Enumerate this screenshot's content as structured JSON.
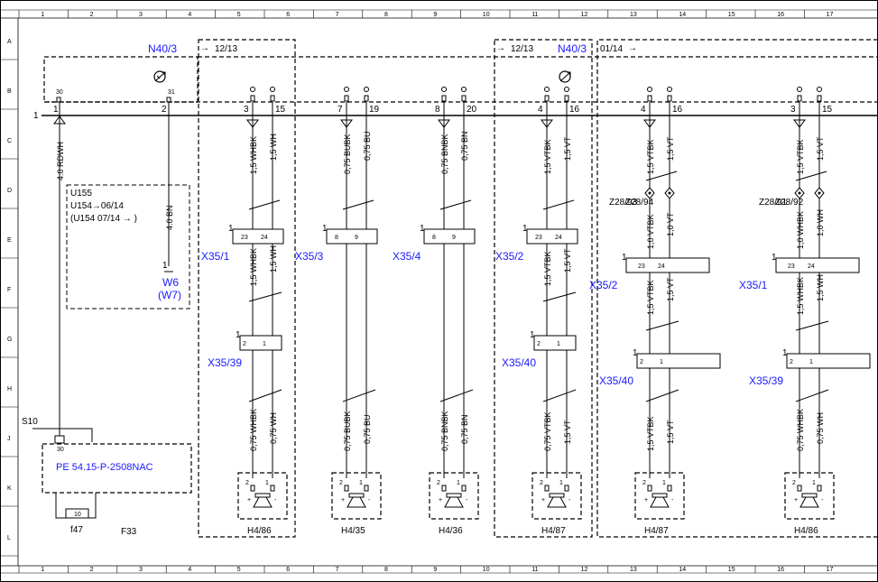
{
  "grid": {
    "columns": [
      "1",
      "2",
      "3",
      "4",
      "5",
      "6",
      "7",
      "8",
      "9",
      "10",
      "11",
      "12",
      "13",
      "14",
      "15",
      "16",
      "17"
    ],
    "rows": [
      "A",
      "B",
      "C",
      "D",
      "E",
      "F",
      "G",
      "H",
      "J",
      "K",
      "L"
    ]
  },
  "references": {
    "n40_3_left": "N40/3",
    "n40_3_right": "N40/3",
    "ref_12_13_a": "12/13",
    "ref_12_13_b": "12/13",
    "ref_01_14": "01/14",
    "bus_number": "1",
    "s10": "S10",
    "f33": "F33",
    "f47": "f47",
    "fuse_value": "10",
    "pe_ref": "PE 54.15-P-2508NAC",
    "pin30_top": "30",
    "pin31_top": "31",
    "pin30_s10": "30",
    "w6_pin": "1",
    "w6": "W6",
    "w7": "(W7)",
    "u155": "U155",
    "u154_a": "U154→06/14",
    "u154_b": "(U154  07/14 → )"
  },
  "wire_top": {
    "wire1": "4.0 RDWH",
    "wire2": "4.0 BN",
    "pin1": "1",
    "pin2": "2"
  },
  "columns": [
    {
      "pins": [
        "3",
        "15"
      ],
      "w1": "1,5 WHBK",
      "w2": "1,5 WH",
      "conn": "X35/1",
      "cp": [
        "23",
        "24"
      ],
      "w3": "1,5 WHBK",
      "w4": "1,5 WH",
      "conn2": "X35/39",
      "cp2": [
        "2",
        "1"
      ],
      "w5": "0,75 WHBK",
      "w6": "0,75 WH",
      "spk": "H4/86"
    },
    {
      "pins": [
        "7",
        "19"
      ],
      "w1": "0,75 BUBK",
      "w2": "0,75 BU",
      "conn": "X35/3",
      "cp": [
        "8",
        "9"
      ],
      "w5": "0,75 BUBK",
      "w6": "0,75 BU",
      "spk": "H4/35"
    },
    {
      "pins": [
        "8",
        "20"
      ],
      "w1": "0,75 BNBK",
      "w2": "0,75 BN",
      "conn": "X35/4",
      "cp": [
        "8",
        "9"
      ],
      "w5": "0,75 BNBK",
      "w6": "0,75 BN",
      "spk": "H4/36"
    },
    {
      "pins": [
        "4",
        "16"
      ],
      "w1": "1,5 VTBK",
      "w2": "1,5 VT",
      "conn": "X35/2",
      "cp": [
        "23",
        "24"
      ],
      "w3": "1,5 VTBK",
      "w4": "1,5 VT",
      "conn2": "X35/40",
      "cp2": [
        "2",
        "1"
      ],
      "w5": "0,75 VTBK",
      "w6": "1,5 VT",
      "spk": "H4/87"
    },
    {
      "pins": [
        "4",
        "16"
      ],
      "w1": "1,5 VTBK",
      "w2": "1,5 VT",
      "z1": "Z28/93",
      "z2": "Z28/94",
      "wz1": "1,0 VTBK",
      "wz2": "1,0 VT",
      "conn": "X35/2",
      "cp": [
        "23",
        "24"
      ],
      "w3": "1,5 VTBK",
      "w4": "1,5 VT",
      "conn2": "X35/40",
      "cp2": [
        "2",
        "1"
      ],
      "w5": "1,5 VTBK",
      "w6": "1,5 VT",
      "spk": "H4/87"
    },
    {
      "pins": [
        "3",
        "15"
      ],
      "w1": "1,5 VTBK",
      "w2": "1,5 VT",
      "z1": "Z28/91",
      "z2": "Z28/92",
      "wz1": "1,0 WHBK",
      "wz2": "1,0 WH",
      "conn": "X35/1",
      "cp": [
        "23",
        "24"
      ],
      "w3": "1,5 WHBK",
      "w4": "1,5 WH",
      "conn2": "X35/39",
      "cp2": [
        "2",
        "1"
      ],
      "w5": "0,75 WHBK",
      "w6": "0,75 WH",
      "spk": "H4/86"
    }
  ],
  "speaker_pins": [
    "2",
    "1"
  ],
  "colors": {
    "blue_text": "#1a1aff",
    "line": "#000000"
  }
}
